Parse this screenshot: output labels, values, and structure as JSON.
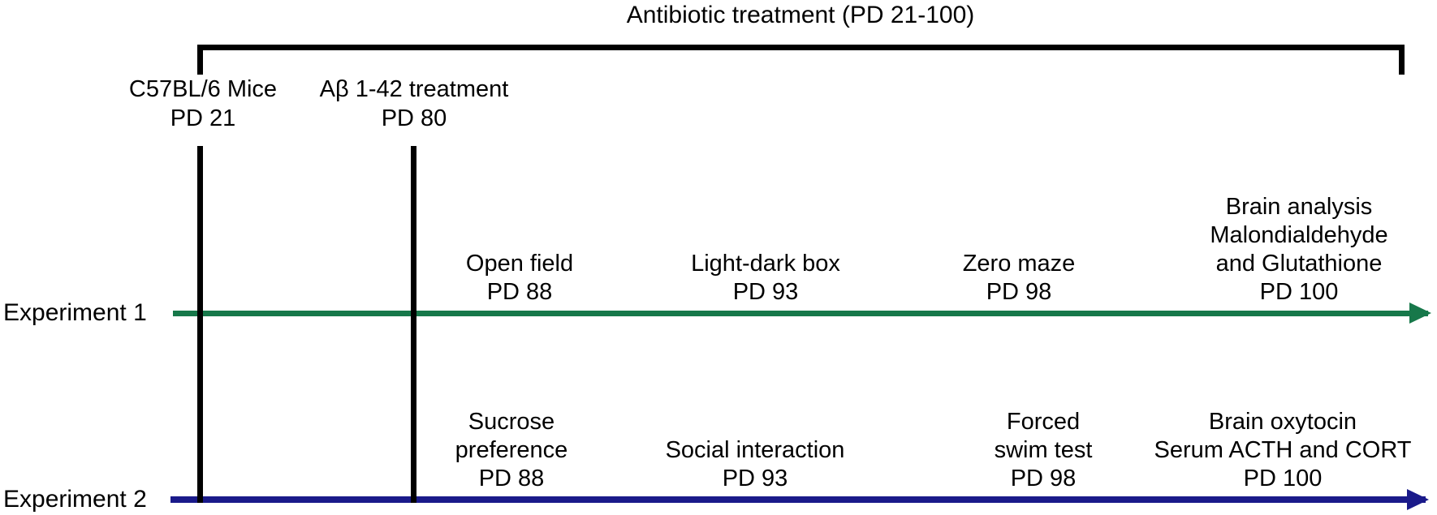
{
  "title": "Antibiotic treatment (PD 21-100)",
  "colors": {
    "experiment1_arrow": "#17784a",
    "experiment2_arrow": "#1a1a8a",
    "bracket_and_lines": "#000000"
  },
  "milestones": [
    {
      "lines": [
        "C57BL/6 Mice",
        "PD 21"
      ]
    },
    {
      "lines": [
        "Aβ 1-42 treatment",
        "PD 80"
      ]
    }
  ],
  "experiment1": {
    "label": "Experiment 1",
    "events": [
      {
        "lines": [
          "Open field",
          "PD 88"
        ]
      },
      {
        "lines": [
          "Light-dark box",
          "PD 93"
        ]
      },
      {
        "lines": [
          "Zero maze",
          "PD 98"
        ]
      },
      {
        "lines": [
          "Brain analysis",
          "Malondialdehyde",
          "and Glutathione",
          "PD 100"
        ]
      }
    ]
  },
  "experiment2": {
    "label": "Experiment 2",
    "events": [
      {
        "lines": [
          "Sucrose",
          "preference",
          "PD 88"
        ]
      },
      {
        "lines": [
          "Social interaction",
          "PD 93"
        ]
      },
      {
        "lines": [
          "Forced",
          "swim test",
          "PD 98"
        ]
      },
      {
        "lines": [
          "Brain oxytocin",
          "Serum ACTH and CORT",
          "PD 100"
        ]
      }
    ]
  }
}
